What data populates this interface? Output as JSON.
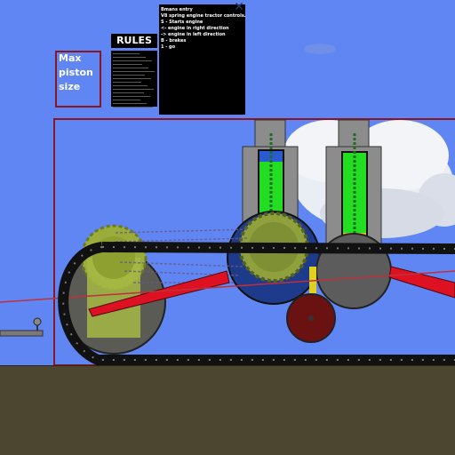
{
  "labels": {
    "max_piston": "Max\npiston\nsize",
    "rules_title": "RULES"
  },
  "info_panel": {
    "lines": [
      "Bmans entry",
      "V8 spring engine tractor controls.",
      "S - Starts engine",
      "<- engine in right direction",
      "-> engine in left direction",
      "B - brakes",
      "1 - go"
    ]
  },
  "rules_text_lines": 16,
  "colors": {
    "sky": "#5f86f2",
    "ground": "#4c4530",
    "frame": "#8a1622",
    "piston_fluid": "#22dd22",
    "track": "#111111",
    "sprocket": "#8a9a3a",
    "crank_arm": "#dd1122"
  },
  "icons": [
    "close-x-icon"
  ]
}
